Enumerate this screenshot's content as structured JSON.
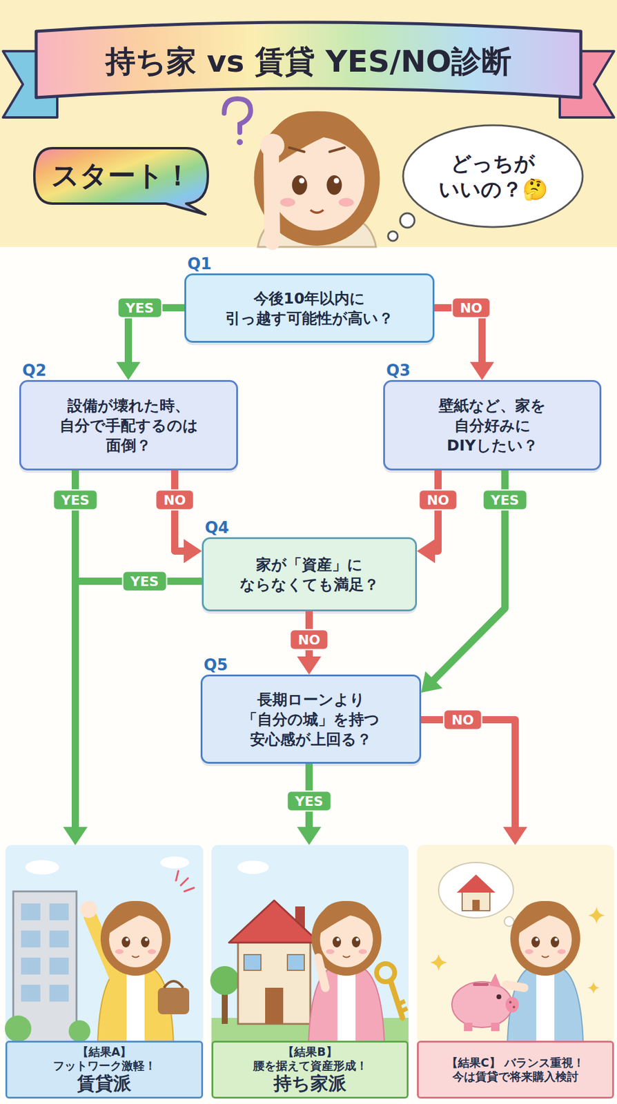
{
  "diagram": {
    "title": "持ち家 vs 賃貸 YES/NO診断",
    "nodes": [
      {
        "text": [
          "スタート！"
        ]
      },
      {
        "text": [
          "どっちが いいの？🤔"
        ]
      },
      {
        "text": [
          "Q1",
          "今後10年以内に 引っ越す可能性が高い？"
        ]
      },
      {
        "text": [
          "Q2",
          "設備が壊れた時、 自分で手配するのは 面倒？"
        ]
      },
      {
        "text": [
          "Q3",
          "壁紙など、家を 自分好みに DIYしたい？"
        ]
      },
      {
        "text": [
          "Q4",
          "家が「資産」に ならなくても満足？"
        ]
      },
      {
        "text": [
          "Q5",
          "長期ローンより 「自分の城」を持つ 安心感が上回る？"
        ]
      },
      {
        "text": [
          "【結果A】 フットワーク激軽！",
          "賃貸派"
        ]
      },
      {
        "text": [
          "【結果B】 腰を据えて資産形成！",
          "持ち家派"
        ]
      },
      {
        "text": [
          "【結果C】 バランス重視！",
          "今は賃貸で将来購入検討"
        ]
      }
    ],
    "edges": [
      {
        "from": 2,
        "to": 3,
        "label": "YES",
        "arrow": "to"
      },
      {
        "from": 2,
        "to": 4,
        "label": "NO",
        "arrow": "to"
      },
      {
        "from": 3,
        "to": 7,
        "label": "YES",
        "arrow": "to"
      },
      {
        "from": 3,
        "to": 5,
        "label": "NO",
        "arrow": "to"
      },
      {
        "from": 4,
        "to": 5,
        "label": "NO",
        "arrow": "to"
      },
      {
        "from": 4,
        "to": 6,
        "label": "YES",
        "arrow": "to"
      },
      {
        "from": 5,
        "to": 7,
        "label": "YES",
        "arrow": "to"
      },
      {
        "from": 5,
        "to": 6,
        "label": "NO",
        "arrow": "to"
      },
      {
        "from": 6,
        "to": 8,
        "label": "YES",
        "arrow": "to"
      },
      {
        "from": 6,
        "to": 9,
        "label": "NO",
        "arrow": "to"
      }
    ]
  }
}
